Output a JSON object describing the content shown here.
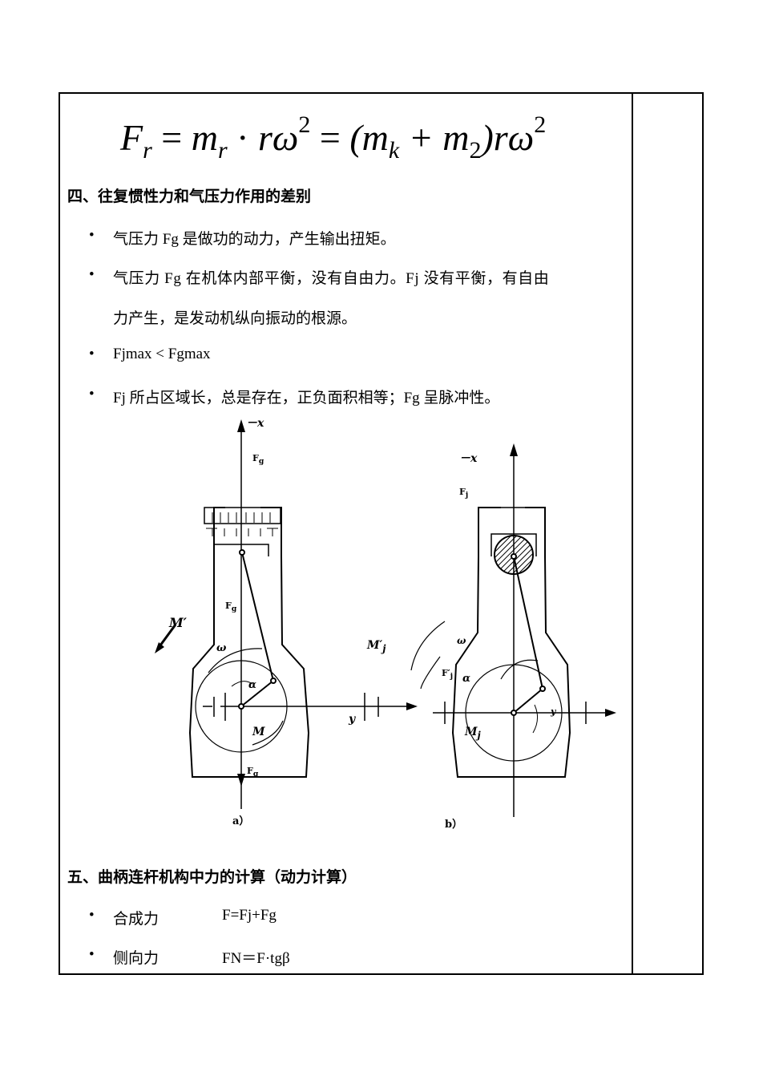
{
  "formula": {
    "lhs": "F",
    "lhs_sub": "r",
    "eq": "=",
    "m": "m",
    "m_sub": "r",
    "dot": "·",
    "r_omega": "rω",
    "sup": "2",
    "paren_open": "(m",
    "k_sub": "k",
    "plus": "+ m",
    "two_sub": "2",
    "paren_close": ")rω"
  },
  "section4": {
    "heading": "四、往复惯性力和气压力作用的差别",
    "bullets": [
      "气压力 Fg 是做功的动力，产生输出扭矩。",
      "气压力 Fg 在机体内部平衡，没有自由力。Fj 没有平衡，有自由",
      "Fjmax < Fgmax",
      "Fj 所占区域长，总是存在，正负面积相等；Fg 呈脉冲性。"
    ],
    "bullet2_cont": "力产生，是发动机纵向振动的根源。",
    "bullet_char": "•"
  },
  "figure": {
    "a": {
      "axis_x": "－x",
      "axis_y": "y",
      "fg_top": "F",
      "fg_mid": "F",
      "fg_bot": "F",
      "g_sub": "g",
      "m_prime": "M′",
      "omega": "ω",
      "alpha": "α",
      "m": "M",
      "caption": "a）"
    },
    "b": {
      "axis_x": "－x",
      "axis_y": "y",
      "fj_top": "F",
      "j_sub": "j",
      "mj_prime": "M′",
      "omega": "ω",
      "fj_prime": "F′",
      "alpha": "α",
      "mj": "M",
      "caption": "b）"
    }
  },
  "section5": {
    "heading": "五、曲柄连杆机构中力的计算（动力计算）",
    "items": [
      {
        "label": "合成力",
        "expr": "F=Fj+Fg"
      },
      {
        "label": "侧向力",
        "expr": "FN＝F·tgβ"
      }
    ]
  }
}
